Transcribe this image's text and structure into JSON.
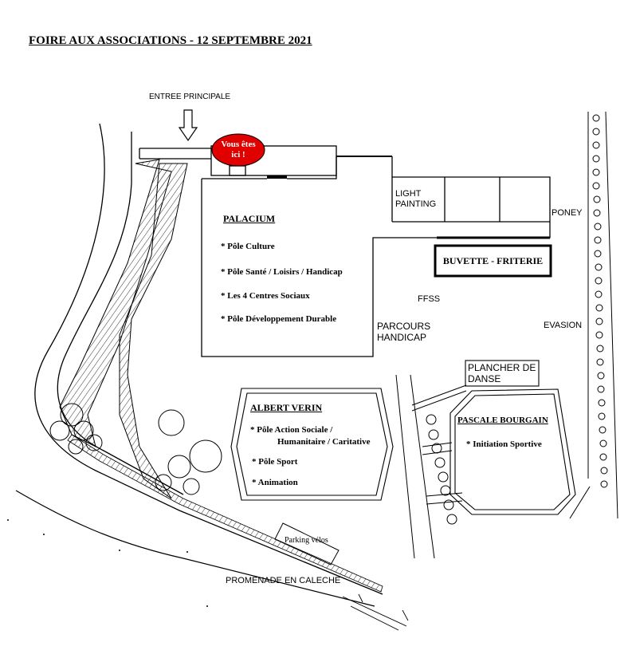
{
  "title": "FOIRE AUX ASSOCIATIONS - 12 SEPTEMBRE 2021",
  "entrance": "ENTREE PRINCIPALE",
  "you_are_here": {
    "line1": "Vous êtes",
    "line2": "ici !",
    "color": "#e00000"
  },
  "palacium": {
    "name": "PALACIUM",
    "items": [
      "* Pôle Culture",
      "* Pôle Santé / Loisirs / Handicap",
      "* Les 4 Centres Sociaux",
      "* Pôle Développement Durable"
    ]
  },
  "light_painting": {
    "line1": "LIGHT",
    "line2": "PAINTING"
  },
  "poney": "PONEY",
  "buvette": "BUVETTE - FRITERIE",
  "ffss": "FFSS",
  "evasion": "EVASION",
  "parcours_handicap": {
    "line1": "PARCOURS",
    "line2": "HANDICAP"
  },
  "plancher": {
    "line1": "PLANCHER DE",
    "line2": "DANSE"
  },
  "albert_verin": {
    "name": "ALBERT VERIN",
    "items": [
      "* Pôle Action Sociale /",
      "Humanitaire / Caritative",
      "* Pôle Sport",
      "* Animation"
    ]
  },
  "pascale_bourgain": {
    "name": "PASCALE BOURGAIN",
    "item": "* Initiation Sportive"
  },
  "parking_velos": "Parking vélos",
  "promenade": "PROMENADE EN CALECHE"
}
